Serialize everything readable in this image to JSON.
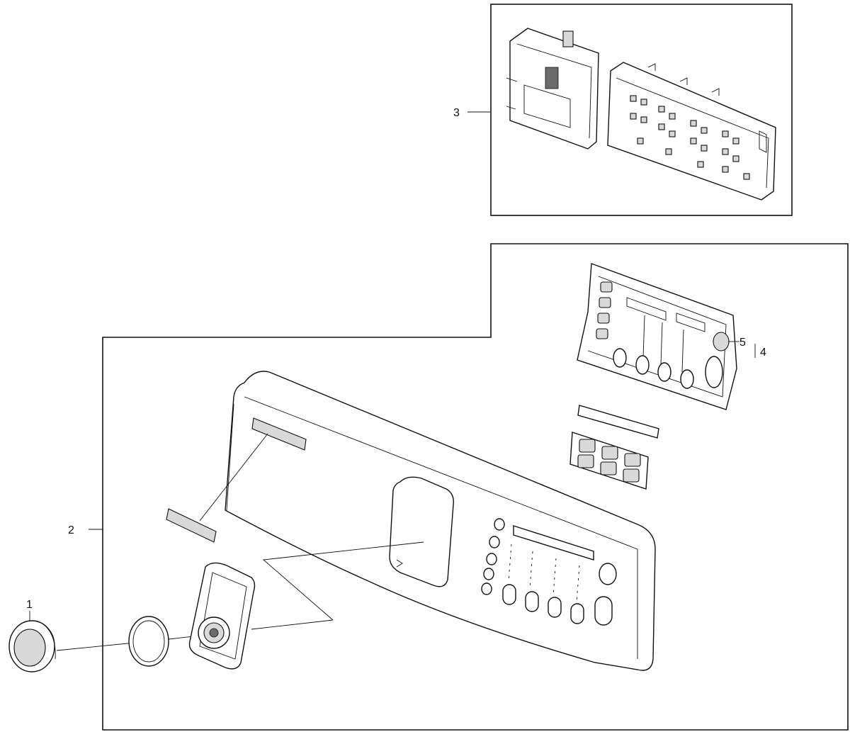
{
  "callouts": {
    "c1": "1",
    "c2": "2",
    "c3": "3",
    "c4": "4",
    "c5": "5"
  },
  "colors": {
    "line": "#111111",
    "fill": "#ffffff",
    "shade": "#d9d9d9"
  }
}
